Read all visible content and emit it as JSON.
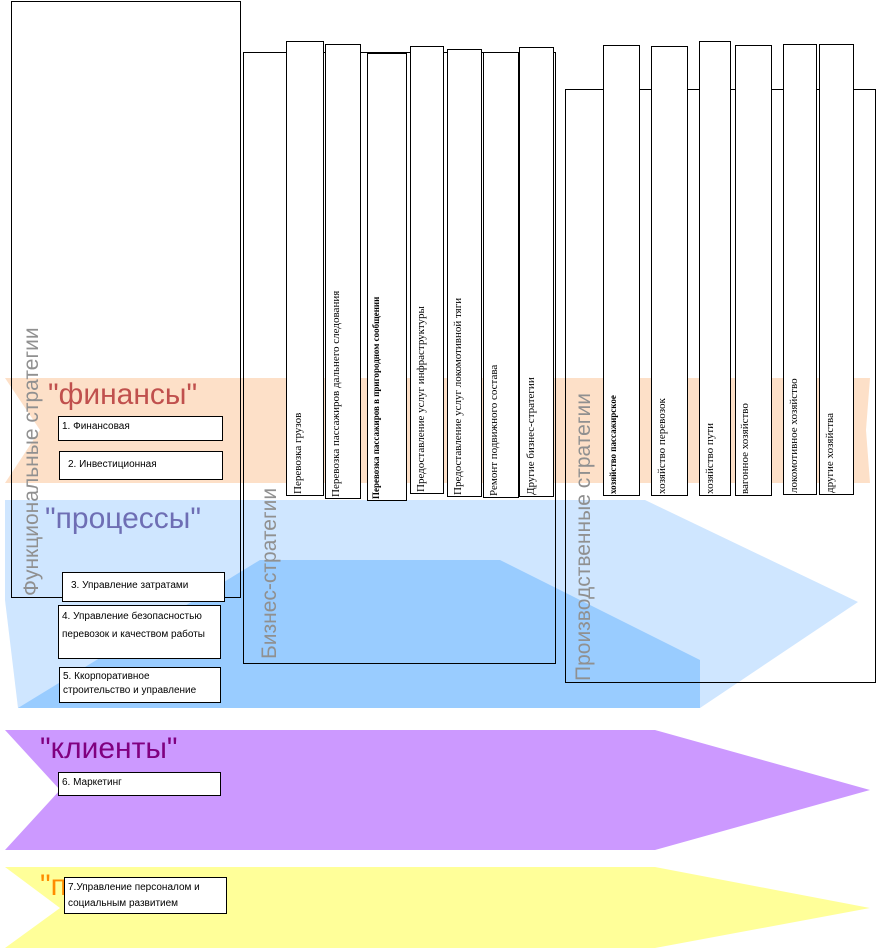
{
  "colors": {
    "finance_band": "#fde0c8",
    "process_band": "#99ccff",
    "process_band_light": "#cfe6ff",
    "clients_band": "#cc99ff",
    "personnel_band": "#ffff99",
    "finance_title": "#c0504d",
    "process_title": "#6e6eb4",
    "clients_title": "#800080",
    "personnel_title": "#ff8c00"
  },
  "titles": {
    "functional": "Функциональные стратегии",
    "business": "Бизнес-стратегии",
    "production": "Производственные стратегии"
  },
  "bands": {
    "finance": "\"финансы\"",
    "processes": "\"процессы\"",
    "clients": "\"клиенты\"",
    "personnel": "\"п"
  },
  "items": {
    "i1": "1. Финансовая",
    "i2": "2. Инвестиционная",
    "i3": "3. Управление затратами",
    "i4": "4. Управление безопасностью перевозок и качеством работы",
    "i5": "5. Ккорпоративное строительство и  управление",
    "i6": "6. Маркетинг",
    "i7": "7.Управление персоналом и социальным развитием"
  },
  "business_columns": [
    "Перевозка грузов",
    "Перевозка пассажиров дальнего следования",
    "Перевозка пассажиров в пригородном сообщении",
    "Предоставление услуг инфраструктуры",
    "Предоставление услуг локомотивной тяги",
    "Ремонт подвижного состава",
    "Другие бизнес-стратегии"
  ],
  "production_columns": [
    "хозяйство пассажирское",
    "хозяйство перевозок",
    "хозяйство пути",
    "вагонное хозяйство",
    "локомотивное хозяйство",
    "другие хозяйства"
  ]
}
